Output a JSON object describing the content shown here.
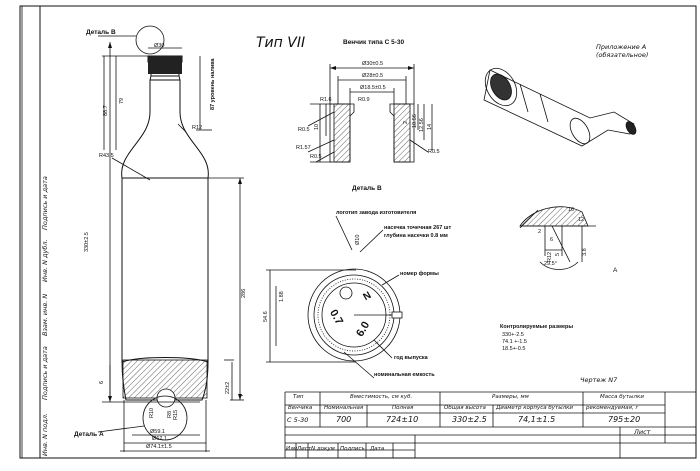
{
  "title": "Тип VII",
  "appendix": [
    "Приложение А",
    "(обязательное)"
  ],
  "drawing_no": "Чертеж N7",
  "detail_b_title": "Деталь  B",
  "detail_a_title": "Деталь  A",
  "detail_b_top": "Деталь  B",
  "crown_title": "Венчик типа С 5-30",
  "labels": {
    "logo": "логотип завода изготовителя",
    "notch": "насечка точечная 267 шт",
    "notch_depth": "глубина насечки 0.8 мм",
    "form_no": "номер формы",
    "year": "год выпуска",
    "capacity": "номинальная емкость",
    "fill_level": "87 уровень налива",
    "a_mark": "А"
  },
  "dims": {
    "d30": "Ø30",
    "d30b": "Ø30±0.5",
    "d28": "Ø28±0.5",
    "d185": "Ø18.5±0.5",
    "r16": "R1.6",
    "r09": "R0.9",
    "r05a": "R0.5",
    "r05b": "R0.5",
    "r05c": "R0.5",
    "r157": "R1.57",
    "h10": "10",
    "h1056": "10.56",
    "h1256": "12.56",
    "h14": "14",
    "h2": "2",
    "h887": "88.7",
    "h79": "79",
    "r12": "R12",
    "r435": "R43.5",
    "h3305": "330±2.5",
    "h286": "286",
    "h546": "54.6",
    "h188": "1.88",
    "h6": "6",
    "h22": "22±2",
    "h7": "7",
    "d591": "Ø59.1",
    "d621": "Ø62.1",
    "d741": "Ø74.1±1.5",
    "r10": "R10",
    "r8": "R8",
    "r15": "R15",
    "c6": "6",
    "c5": "5",
    "c12": "R12",
    "c38": "3.8",
    "c295": "29.5°",
    "c2": "2",
    "c10": "10",
    "c12b": "12",
    "d10": "Ø10"
  },
  "controlled": {
    "title": "Контролируемые размеры",
    "lines": [
      "330+-2.5",
      "74.1 +-1.5",
      "18.5+-0.5"
    ]
  },
  "label_numbers": {
    "n7": "N",
    "n70": "0.7",
    "n60": "6.0"
  },
  "side_stamp": [
    "Инв. N подл.",
    "Подпись и дата",
    "Взам. инв. N",
    "Инв. N дубл.",
    "Подпись и дата"
  ],
  "table": {
    "h_type": "Тип",
    "h_crown": "Венчика",
    "h_capacity": "Вместимость, см куб.",
    "h_nominal": "Номинальная",
    "h_full": "Полная",
    "h_sizes": "Размеры, мм",
    "h_height": "Общая высота",
    "h_diam": "Диаметр корпуса бутылки",
    "h_mass": "Масса бутылки",
    "h_mass2": "рекомендуемая, г",
    "v_type": "С 5-30",
    "v_nominal": "700",
    "v_full": "724±10",
    "v_height": "330±2.5",
    "v_diam": "74,1±1.5",
    "v_mass": "795±20",
    "sheet": "Лист",
    "f_izm": "Изм",
    "f_list": "Лист",
    "f_doc": "N докум",
    "f_sign": "Подпись",
    "f_date": "Дата"
  }
}
